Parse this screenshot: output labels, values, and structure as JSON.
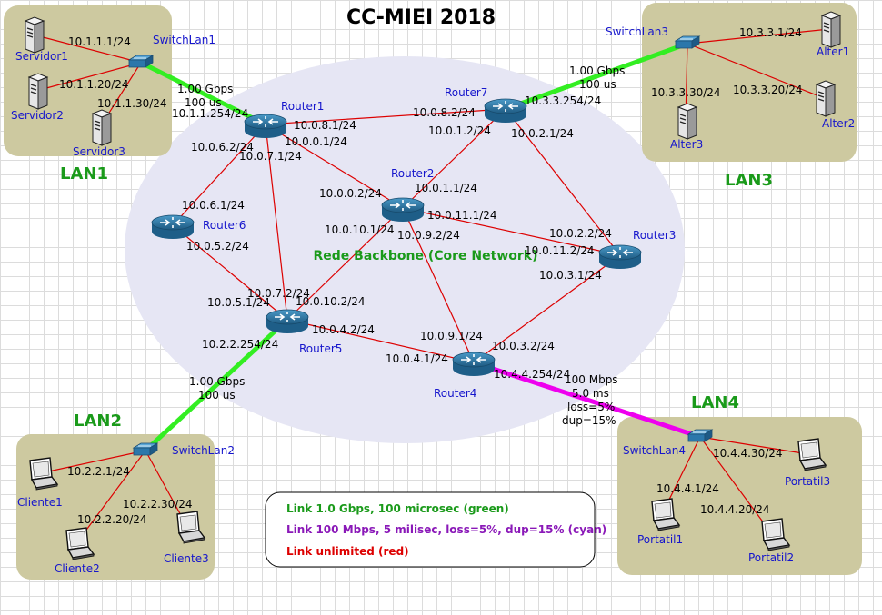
{
  "title": "CC-MIEI 2018",
  "core_label": "Rede Backbone (Core Network)",
  "lans": {
    "lan1": "LAN1",
    "lan2": "LAN2",
    "lan3": "LAN3",
    "lan4": "LAN4"
  },
  "devices": {
    "servidor1": "Servidor1",
    "servidor2": "Servidor2",
    "servidor3": "Servidor3",
    "switchlan1": "SwitchLan1",
    "router1": "Router1",
    "router2": "Router2",
    "router3": "Router3",
    "router4": "Router4",
    "router5": "Router5",
    "router6": "Router6",
    "router7": "Router7",
    "switchlan2": "SwitchLan2",
    "switchlan3": "SwitchLan3",
    "switchlan4": "SwitchLan4",
    "cliente1": "Cliente1",
    "cliente2": "Cliente2",
    "cliente3": "Cliente3",
    "alter1": "Alter1",
    "alter2": "Alter2",
    "alter3": "Alter3",
    "portatil1": "Portatil1",
    "portatil2": "Portatil2",
    "portatil3": "Portatil3"
  },
  "ips": {
    "lan1_s1": "10.1.1.1/24",
    "lan1_s2": "10.1.1.20/24",
    "lan1_s3": "10.1.1.30/24",
    "r1_lan1": "10.1.1.254/24",
    "r1_r7": "10.0.8.1/24",
    "r1_r2": "10.0.0.1/24",
    "r1_r6": "10.0.6.2/24",
    "r1_r5": "10.0.7.1/24",
    "r7_r1": "10.0.8.2/24",
    "r7_lan3": "10.3.3.254/24",
    "r7_r2": "10.0.1.2/24",
    "r7_r3": "10.0.2.1/24",
    "r2_r1": "10.0.0.2/24",
    "r2_r7": "10.0.1.1/24",
    "r2_r3": "10.0.11.1/24",
    "r2_r5": "10.0.10.1/24",
    "r2_r4": "10.0.9.2/24",
    "r6_r1": "10.0.6.1/24",
    "r6_r5": "10.0.5.2/24",
    "r3_r7": "10.0.2.2/24",
    "r3_r2": "10.0.11.2/24",
    "r3_r4": "10.0.3.1/24",
    "r5_r1": "10.0.7.2/24",
    "r5_r2": "10.0.10.2/24",
    "r5_r6": "10.0.5.1/24",
    "r5_r4": "10.0.4.2/24",
    "r5_lan2": "10.2.2.254/24",
    "r4_r2": "10.0.9.1/24",
    "r4_r3": "10.0.3.2/24",
    "r4_r5": "10.0.4.1/24",
    "r4_lan4": "10.4.4.254/24",
    "lan2_c1": "10.2.2.1/24",
    "lan2_c2": "10.2.2.20/24",
    "lan2_c3": "10.2.2.30/24",
    "lan3_a1": "10.3.3.1/24",
    "lan3_a2": "10.3.3.20/24",
    "lan3_a3": "10.3.3.30/24",
    "lan4_p1": "10.4.4.1/24",
    "lan4_p2": "10.4.4.20/24",
    "lan4_p3": "10.4.4.30/24"
  },
  "link_params": {
    "lan1": [
      "1.00 Gbps",
      "100 us"
    ],
    "lan2": [
      "1.00 Gbps",
      "100 us"
    ],
    "lan3": [
      "1.00 Gbps",
      "100 us"
    ],
    "lan4": [
      "100 Mbps",
      "5.0 ms",
      "loss=5%",
      "dup=15%"
    ]
  },
  "legend": {
    "green": "Link 1.0 Gbps, 100 microsec (green)",
    "magenta": "Link 100 Mbps, 5 milisec, loss=5%, dup=15% (cyan)",
    "red": "Link unlimited (red)"
  },
  "colors": {
    "lan_bg": "#cdc9a0",
    "core_bg": "#e6e6f4",
    "link_red": "#dd0000",
    "link_green": "#33ee22",
    "link_magenta": "#ee00ee",
    "router": "#2d7aa8",
    "label_blue": "#1515cc",
    "label_green": "#1a9a1a"
  }
}
